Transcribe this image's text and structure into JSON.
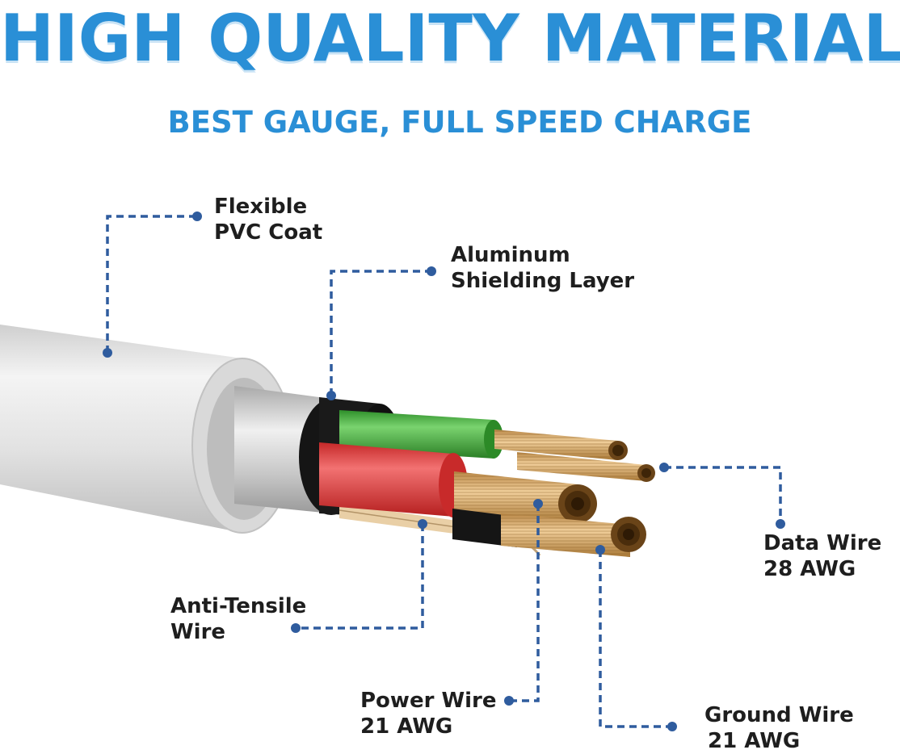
{
  "header": {
    "title": "HIGH QUALITY MATERIAL",
    "subtitle": "BEST GAUGE, FULL SPEED CHARGE"
  },
  "colors": {
    "heading_blue": "#2a8fd6",
    "leader_blue": "#2f5c9e",
    "label_text": "#1e1e1e",
    "pvc_coat": "#e4e4e4",
    "shield": "#c8c8c8",
    "green_insulation": "#3fae3a",
    "red_insulation": "#e23c3c",
    "copper": "#d8a86a"
  },
  "labels": {
    "pvc_coat": {
      "line1": "Flexible",
      "line2": "PVC Coat"
    },
    "shielding": {
      "line1": "Aluminum",
      "line2": "Shielding Layer"
    },
    "data_wire": {
      "line1": "Data Wire",
      "line2": "28 AWG"
    },
    "anti_tensile": {
      "line1": "Anti-Tensile",
      "line2": "Wire"
    },
    "power_wire": {
      "line1": "Power Wire",
      "line2": "21 AWG"
    },
    "ground_wire": {
      "line1": "Ground Wire",
      "line2": "21 AWG"
    }
  }
}
